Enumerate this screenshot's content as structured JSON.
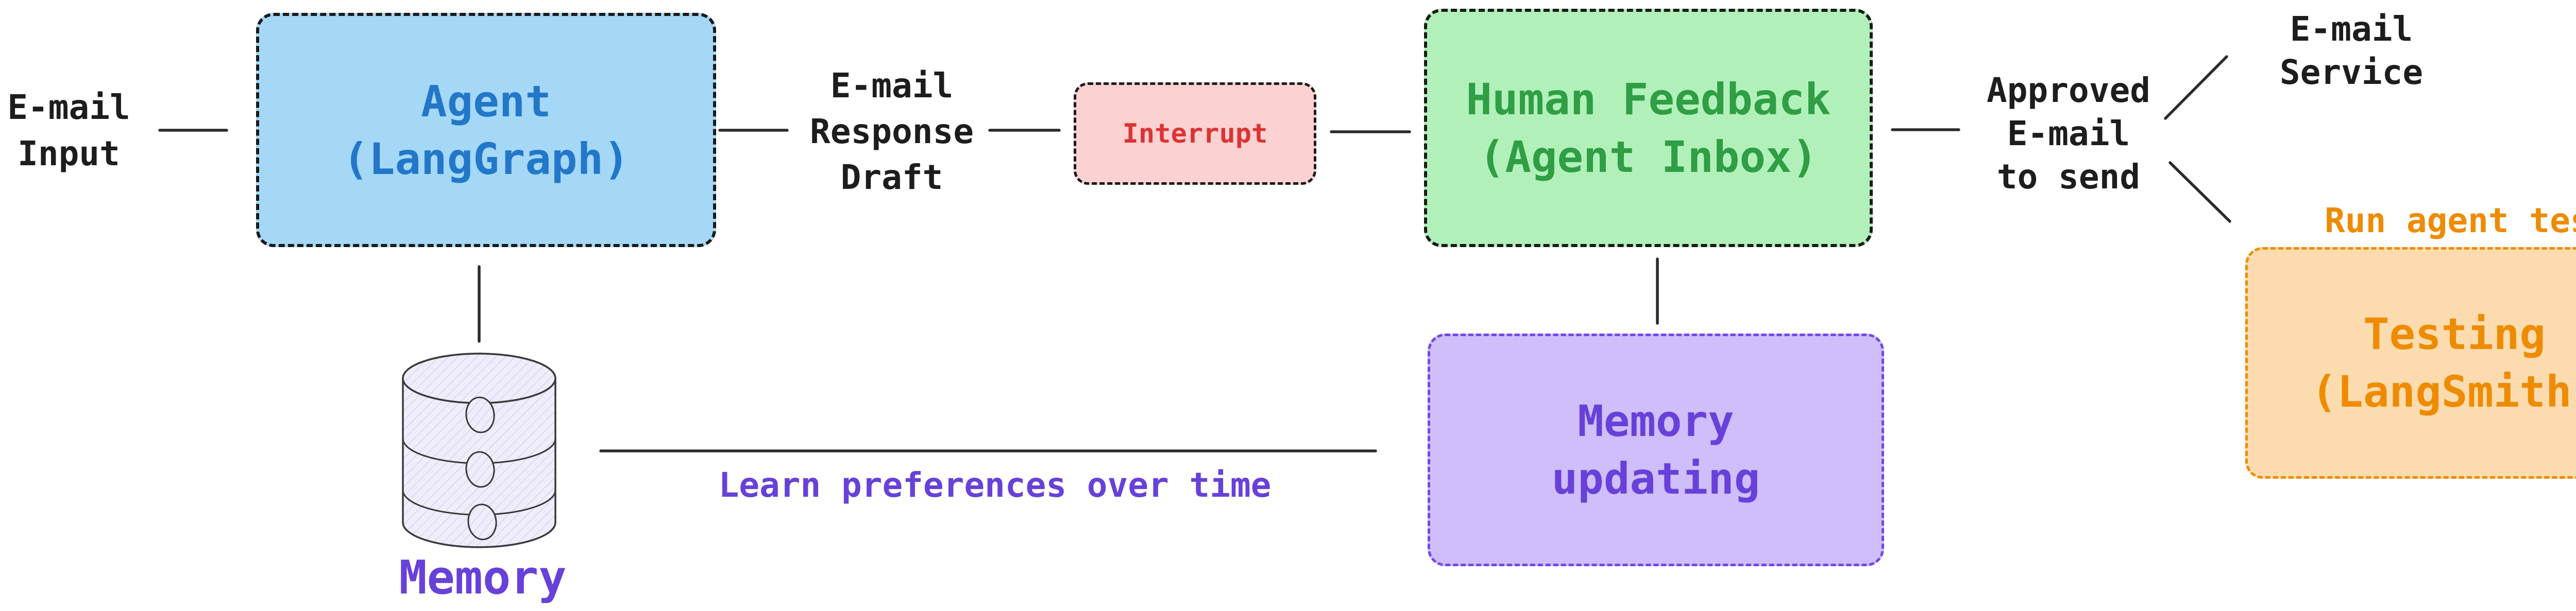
{
  "colors": {
    "arrow": "#2b2b2b",
    "label_text": "#1d1d1d",
    "dark_border": "#1a1a1a",
    "agent_fill": "#a5d8f7",
    "agent_text": "#2277c8",
    "feedback_fill": "#b2f0ba",
    "feedback_text": "#2f9e44",
    "interrupt_fill": "#fbd1d1",
    "interrupt_text": "#dd3333",
    "memory_fill": "#cfbefa",
    "memory_border": "#7048e8",
    "memory_text": "#6741d9",
    "testing_fill": "#fcdcae",
    "testing_accent": "#ee8b00",
    "cylinder_fill": "#f0edfb",
    "cylinder_hatch": "#d9d2f3",
    "cylinder_stroke": "#3a3a3a"
  },
  "nodes": {
    "agent": {
      "label": "Agent\n(LangGraph)"
    },
    "interrupt": {
      "label": "Interrupt"
    },
    "human_feedback": {
      "label": "Human Feedback\n(Agent Inbox)"
    },
    "memory_updating": {
      "label": "Memory\nupdating"
    },
    "testing": {
      "label": "Testing\n(LangSmith)"
    }
  },
  "labels": {
    "email_input": "E-mail\nInput",
    "email_response_draft": "E-mail\nResponse\nDraft",
    "approved_email": "Approved\nE-mail\nto send",
    "email_service": "E-mail\nService",
    "run_agent_tests": "Run agent tests",
    "learn_preferences": "Learn preferences over time",
    "memory": "Memory"
  }
}
